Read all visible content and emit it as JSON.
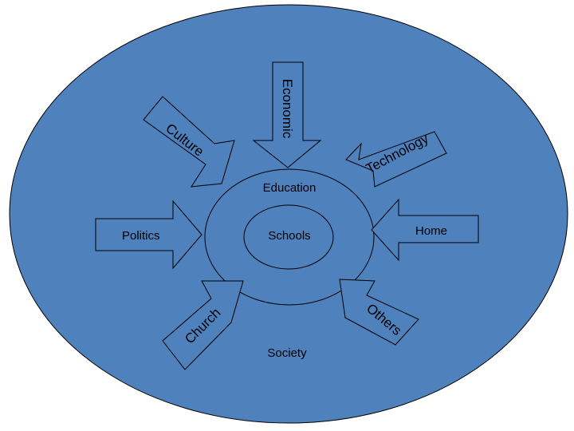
{
  "colors": {
    "fill": "#4f81bd",
    "stroke": "#000000",
    "text": "#000000"
  },
  "labels": {
    "society": "Society",
    "education": "Education",
    "schools": "Schools",
    "economic": "Economic",
    "culture": "Culture",
    "technology": "Technology",
    "politics": "Politics",
    "home": "Home",
    "church": "Church",
    "others": "Others"
  }
}
